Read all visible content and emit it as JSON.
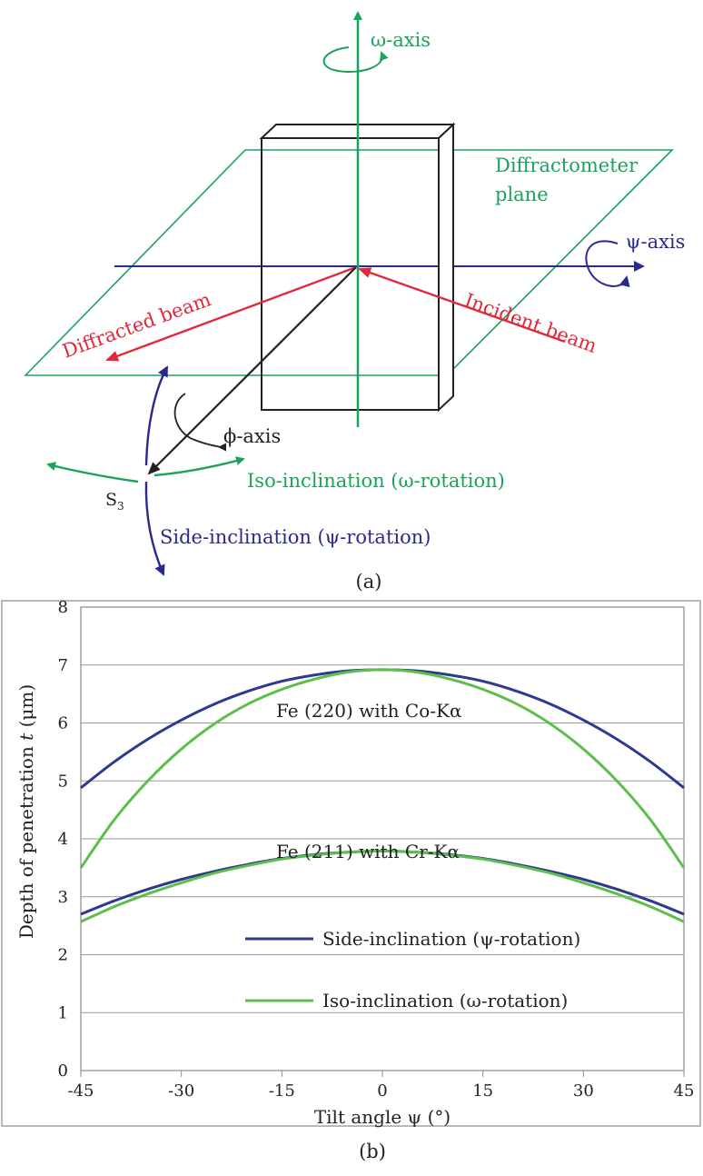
{
  "panel_a": {
    "omega_axis": "ω-axis",
    "psi_axis": "ψ-axis",
    "plane_label_1": "Diffractometer",
    "plane_label_2": "plane",
    "diffracted_beam": "Diffracted beam",
    "incident_beam": "Incident beam",
    "phi_axis": "ϕ-axis",
    "s3_main": "S",
    "s3_sub": "3",
    "iso_inclination": "Iso-inclination (ω-rotation)",
    "side_inclination": "Side-inclination (ψ-rotation)",
    "caption": "(a)",
    "colors": {
      "green": "#1aa35a",
      "blue": "#2a2a8c",
      "red": "#e0283a",
      "black": "#222222"
    }
  },
  "panel_b": {
    "caption": "(b)",
    "ylabel_prefix": "Depth of penetration ",
    "ylabel_var": "t",
    "ylabel_suffix": " (μm)",
    "xlabel": "Tilt angle ψ (°)",
    "annotation_upper": "Fe (220) with Co-Kα",
    "annotation_lower": "Fe (211) with Cr-Kα"
  },
  "chart_data": {
    "type": "line",
    "xlabel": "Tilt angle ψ (°)",
    "ylabel": "Depth of penetration t (μm)",
    "xlim": [
      -45,
      45
    ],
    "ylim": [
      0,
      8
    ],
    "xticks": [
      -45,
      -30,
      -15,
      0,
      15,
      30,
      45
    ],
    "yticks": [
      0,
      1,
      2,
      3,
      4,
      5,
      6,
      7,
      8
    ],
    "grid": "horizontal",
    "legend_position": "bottom-right",
    "x": [
      -45,
      -40,
      -35,
      -30,
      -25,
      -20,
      -15,
      -10,
      -5,
      0,
      5,
      10,
      15,
      20,
      25,
      30,
      35,
      40,
      45
    ],
    "series": [
      {
        "name": "Side-inclination (ψ-rotation)",
        "group": "Fe (220) with Co-Kα",
        "color": "#2e3a8f",
        "values": [
          4.88,
          5.33,
          5.72,
          6.05,
          6.33,
          6.55,
          6.72,
          6.83,
          6.9,
          6.92,
          6.9,
          6.83,
          6.72,
          6.55,
          6.33,
          6.05,
          5.72,
          5.33,
          4.88
        ]
      },
      {
        "name": "Iso-inclination (ω-rotation)",
        "group": "Fe (220) with Co-Kα",
        "color": "#5bbf4a",
        "values": [
          3.5,
          4.33,
          5.0,
          5.55,
          5.99,
          6.33,
          6.58,
          6.76,
          6.88,
          6.92,
          6.88,
          6.76,
          6.58,
          6.33,
          5.99,
          5.55,
          5.0,
          4.33,
          3.5
        ]
      },
      {
        "name": "Side-inclination (ψ-rotation)",
        "group": "Fe (211) with Cr-Kα",
        "color": "#2e3a8f",
        "values": [
          2.7,
          2.93,
          3.13,
          3.3,
          3.44,
          3.56,
          3.66,
          3.73,
          3.77,
          3.79,
          3.77,
          3.73,
          3.66,
          3.56,
          3.44,
          3.3,
          3.13,
          2.93,
          2.7
        ]
      },
      {
        "name": "Iso-inclination (ω-rotation)",
        "group": "Fe (211) with Cr-Kα",
        "color": "#5bbf4a",
        "values": [
          2.57,
          2.83,
          3.05,
          3.24,
          3.41,
          3.54,
          3.65,
          3.72,
          3.77,
          3.79,
          3.77,
          3.72,
          3.65,
          3.54,
          3.41,
          3.24,
          3.05,
          2.83,
          2.57
        ]
      }
    ],
    "legend": [
      "Side-inclination (ψ-rotation)",
      "Iso-inclination (ω-rotation)"
    ]
  }
}
